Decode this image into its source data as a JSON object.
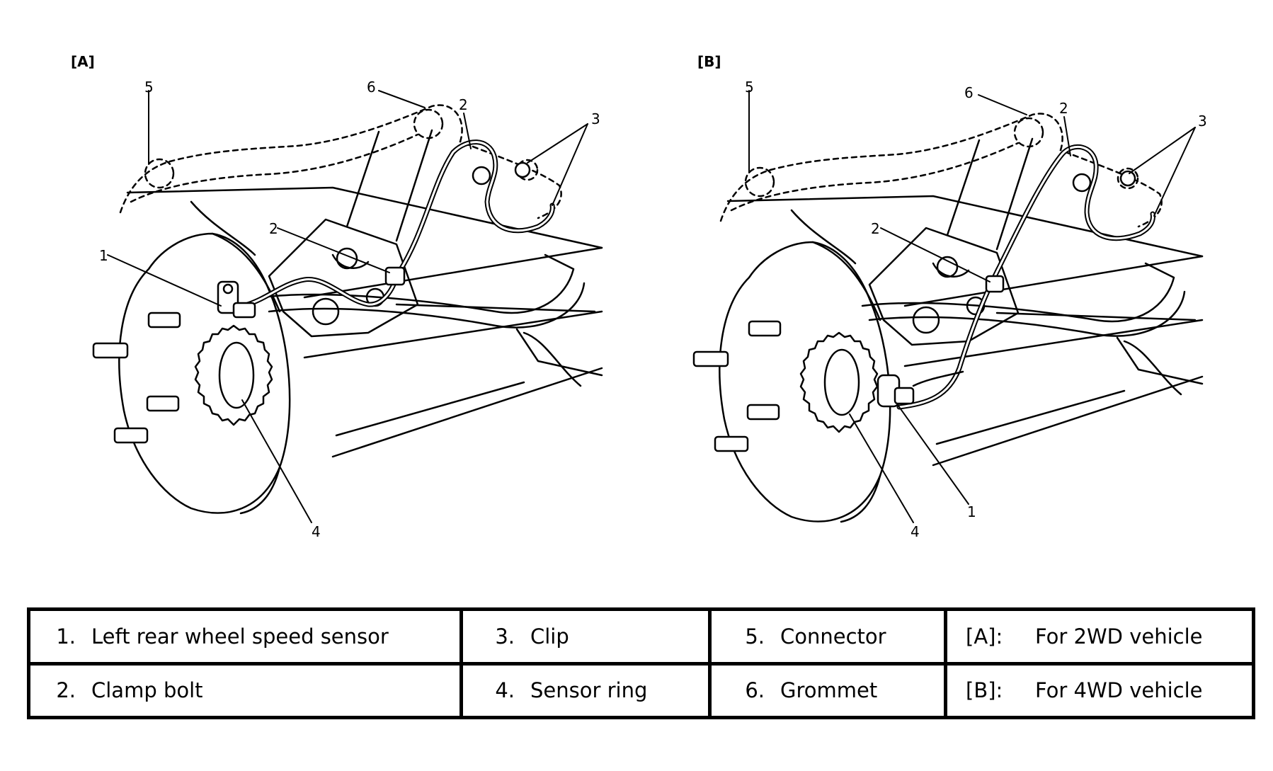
{
  "panels": [
    {
      "id": "A",
      "label": "[A]",
      "callouts": [
        "5",
        "6",
        "2",
        "3",
        "2",
        "1",
        "4"
      ]
    },
    {
      "id": "B",
      "label": "[B]",
      "callouts": [
        "5",
        "6",
        "2",
        "3",
        "2",
        "4",
        "1"
      ]
    }
  ],
  "legend": {
    "rows": [
      [
        {
          "num": "1.",
          "text": "Left rear wheel speed sensor"
        },
        {
          "num": "3.",
          "text": "Clip"
        },
        {
          "num": "5.",
          "text": "Connector"
        },
        {
          "num": "[A]:",
          "text": "For 2WD vehicle"
        }
      ],
      [
        {
          "num": "2.",
          "text": "Clamp bolt"
        },
        {
          "num": "4.",
          "text": "Sensor ring"
        },
        {
          "num": "6.",
          "text": "Grommet"
        },
        {
          "num": "[B]:",
          "text": "For 4WD vehicle"
        }
      ]
    ]
  },
  "colors": {
    "line": "#000000",
    "background": "#ffffff"
  }
}
